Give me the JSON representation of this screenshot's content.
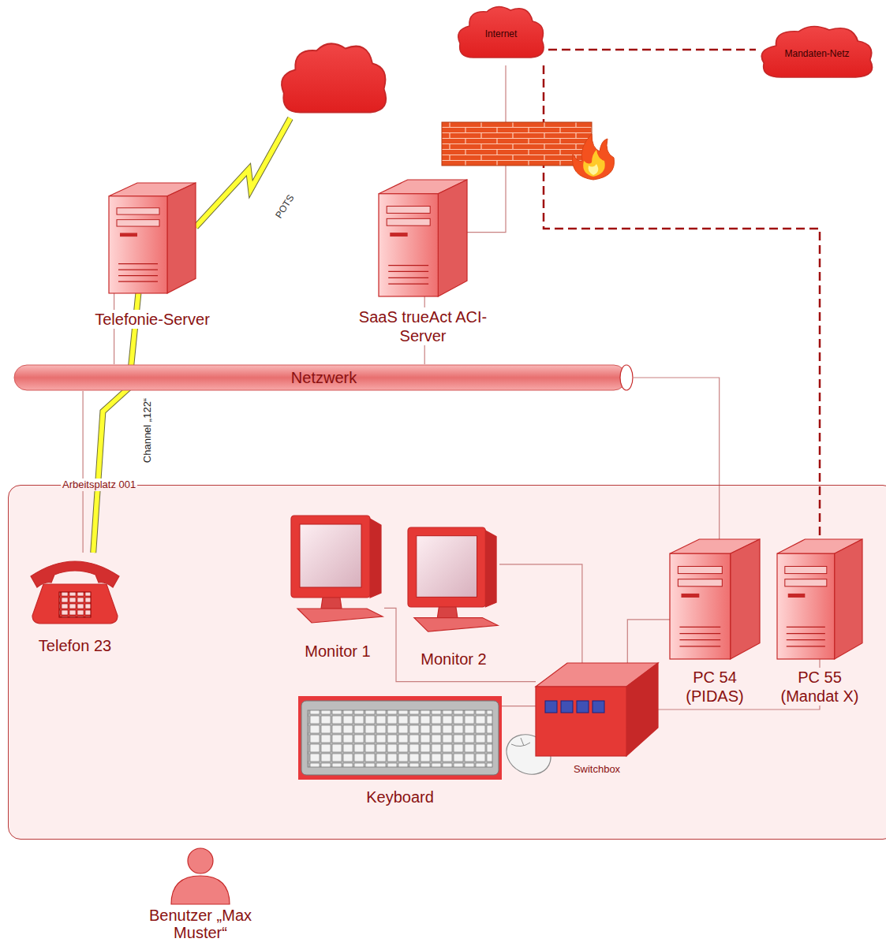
{
  "diagram": {
    "nodes": [
      {
        "text": [
          "Internet"
        ]
      },
      {
        "text": [
          "Mandaten-Netz"
        ]
      },
      {
        "text": [
          "Telefonie-Server"
        ]
      },
      {
        "text": [
          "SaaS trueAct ACI-Server"
        ]
      },
      {
        "text": [
          "Netzwerk"
        ]
      },
      {
        "text": [
          "Arbeitsplatz 001"
        ]
      },
      {
        "text": [
          "Telefon 23"
        ],
        "in": 5
      },
      {
        "text": [
          "Monitor 1"
        ],
        "in": 5
      },
      {
        "text": [
          "Monitor 2"
        ],
        "in": 5
      },
      {
        "text": [
          "PC 54 (PIDAS)"
        ],
        "in": 5
      },
      {
        "text": [
          "PC 55 (Mandat X)"
        ],
        "in": 5
      },
      {
        "text": [
          "Keyboard"
        ],
        "in": 5
      },
      {
        "text": [
          "Switchbox"
        ],
        "in": 5
      },
      {
        "text": [
          "Benutzer „Max Muster“"
        ]
      }
    ],
    "edges": [
      {
        "from": 0,
        "to": 1,
        "arrow": "none"
      },
      {
        "from": 0,
        "to": 3,
        "arrow": "none"
      },
      {
        "from": 0,
        "to": 10,
        "arrow": "none"
      },
      {
        "from": 2,
        "to": 4,
        "arrow": "none"
      },
      {
        "from": 3,
        "to": 4,
        "arrow": "none"
      },
      {
        "from": 4,
        "to": 9,
        "arrow": "none"
      },
      {
        "from": 4,
        "to": 6,
        "arrow": "none"
      },
      {
        "from": 2,
        "to": 6,
        "label": "Channel „122“",
        "arrow": "none"
      },
      {
        "from": 7,
        "to": 12,
        "arrow": "none"
      },
      {
        "from": 8,
        "to": 12,
        "arrow": "none"
      },
      {
        "from": 11,
        "to": 12,
        "arrow": "none"
      },
      {
        "from": 12,
        "to": 9,
        "arrow": "none"
      },
      {
        "from": 12,
        "to": 10,
        "arrow": "none"
      }
    ],
    "labels": [
      "POTS"
    ]
  }
}
